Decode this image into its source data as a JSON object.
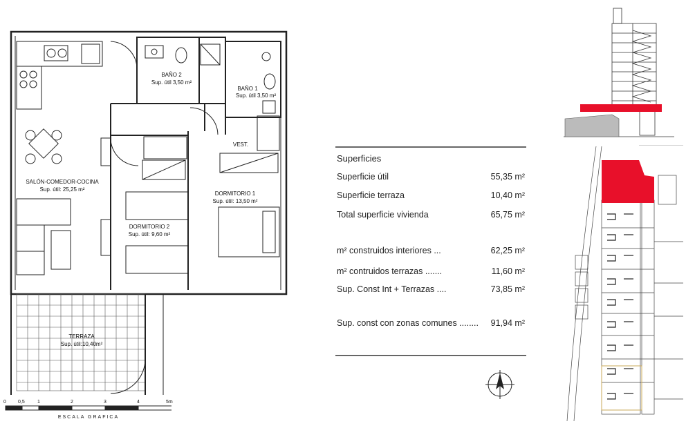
{
  "rooms": {
    "bano2": {
      "name": "BAÑO 2",
      "area": "Sup. útil 3,50 m²"
    },
    "bano1": {
      "name": "BAÑO 1",
      "area": "Sup. útil 3,50 m²"
    },
    "vest": {
      "name": "VEST."
    },
    "salon": {
      "name": "SALÓN-COMEDOR-COCINA",
      "area": "Sup. útil: 25,25 m²"
    },
    "dorm1": {
      "name": "DORMITORIO 1",
      "area": "Sup. útil: 13,50 m²"
    },
    "dorm2": {
      "name": "DORMITORIO 2",
      "area": "Sup. útil: 9,60 m²"
    },
    "terraza": {
      "name": "TERRAZA",
      "area": "Sup. útil:10,40m²"
    }
  },
  "scale": {
    "title": "ESCALA GRAFICA",
    "ticks": [
      "0",
      "0,5",
      "1",
      "2",
      "3",
      "4",
      "5m"
    ]
  },
  "superficies": {
    "title": "Superficies",
    "rows": [
      {
        "label": "Superficie útil",
        "value": "55,35 m²"
      },
      {
        "label": "Superficie terraza",
        "value": "10,40 m²"
      },
      {
        "label": "Total superficie vivienda",
        "value": "65,75 m²"
      },
      {
        "label": "m² construidos interiores ...",
        "value": "62,25 m²"
      },
      {
        "label": "m² contruidos terrazas .......",
        "value": "11,60 m²"
      },
      {
        "label": "Sup. Const Int + Terrazas ....",
        "value": "73,85 m²"
      },
      {
        "label": "Sup. const con zonas comunes ........",
        "value": "91,94 m²"
      }
    ]
  },
  "colors": {
    "highlight": "#e8102a",
    "line": "#222222",
    "rule": "#666666"
  }
}
